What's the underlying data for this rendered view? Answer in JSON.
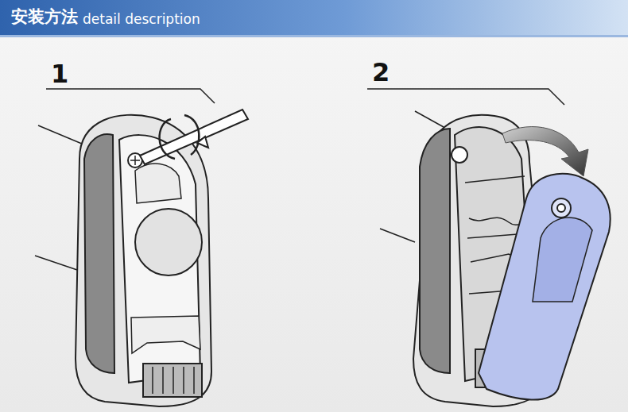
{
  "diagram": {
    "title": "安装方法",
    "labels": [
      "detail description",
      "1",
      "2"
    ]
  }
}
